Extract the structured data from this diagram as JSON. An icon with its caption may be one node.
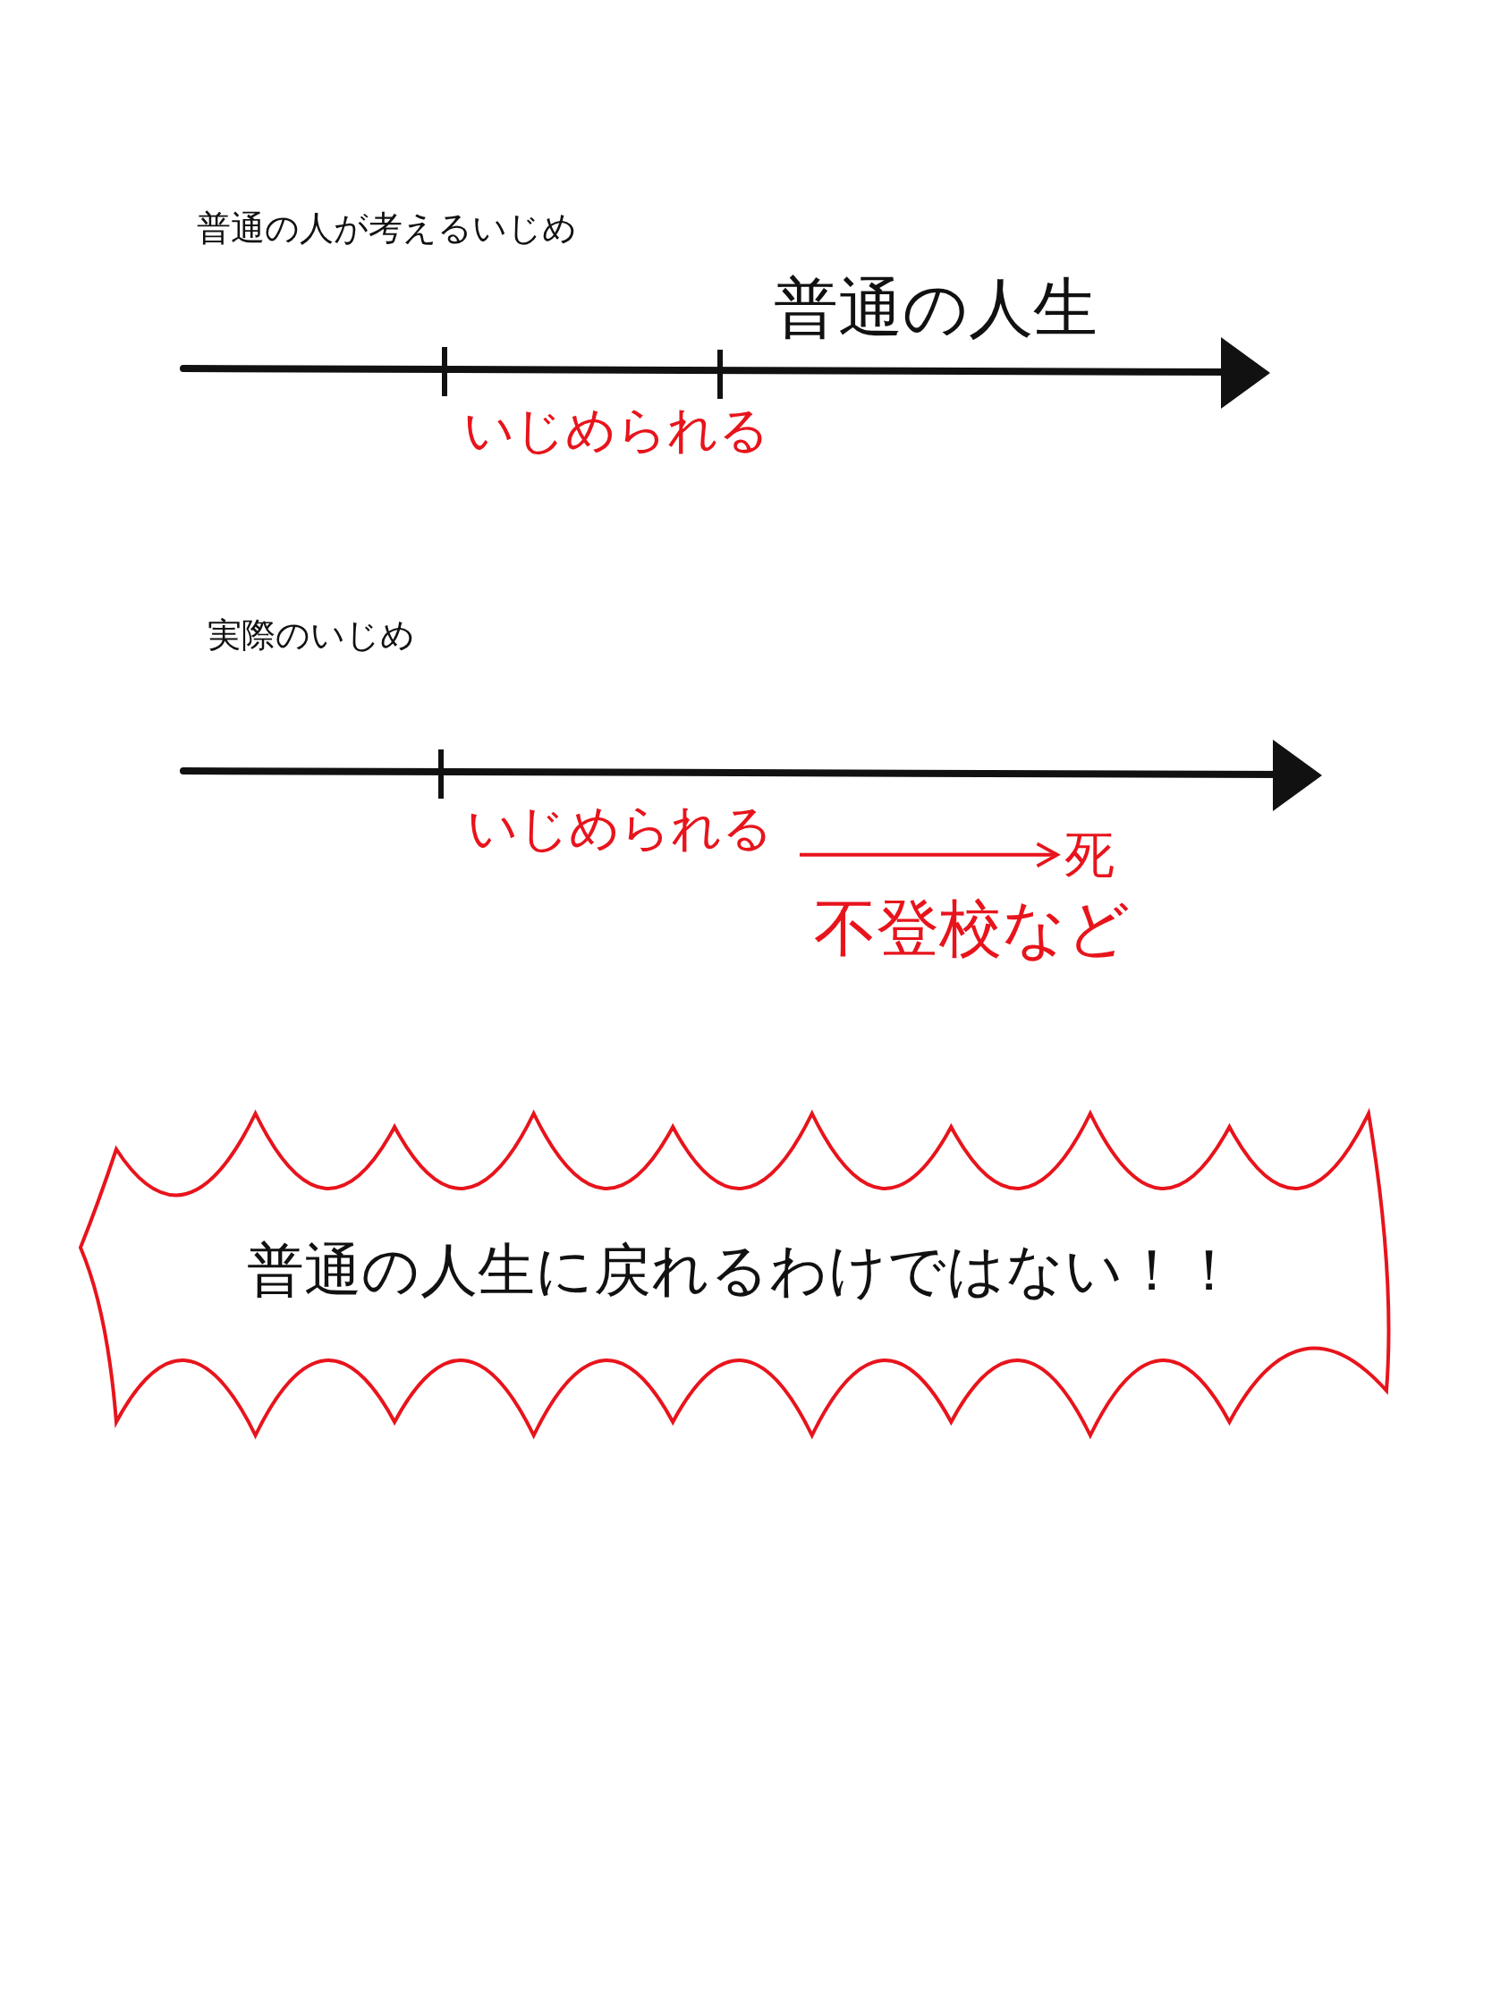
{
  "diagram": {
    "nodes": [
      {
        "text": [
          "いじめられる"
        ]
      },
      {
        "text": [
          "死"
        ]
      },
      {
        "text": [
          "普通の人生に戻れるわけではない！！"
        ]
      }
    ],
    "edges": [
      {
        "from": 0,
        "to": 1,
        "arrow": "to",
        "color": "#e8141c"
      }
    ],
    "labels": [
      "普通の人が考えるいじめ",
      "普通の人生",
      "いじめられる",
      "実際のいじめ",
      "不登校など"
    ]
  }
}
